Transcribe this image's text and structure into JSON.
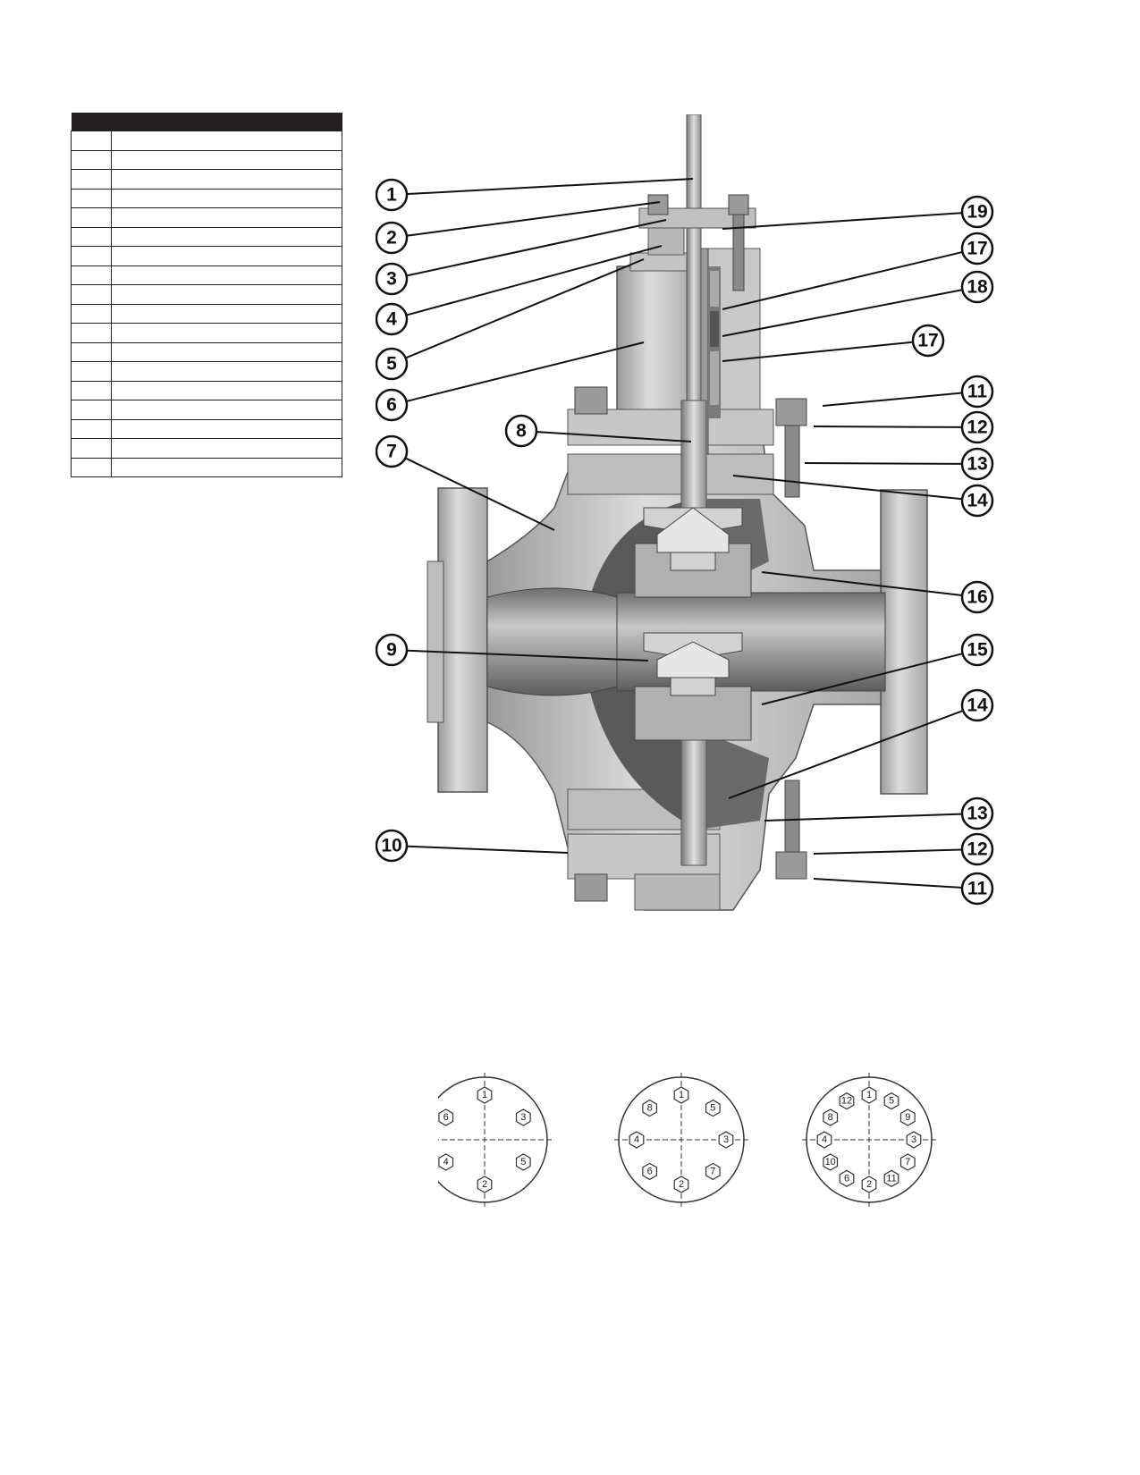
{
  "parts_table": {
    "headers": [
      "",
      ""
    ],
    "rows": [
      [
        "",
        ""
      ],
      [
        "",
        ""
      ],
      [
        "",
        ""
      ],
      [
        "",
        ""
      ],
      [
        "",
        ""
      ],
      [
        "",
        ""
      ],
      [
        "",
        ""
      ],
      [
        "",
        ""
      ],
      [
        "",
        ""
      ],
      [
        "",
        ""
      ],
      [
        "",
        ""
      ],
      [
        "",
        ""
      ],
      [
        "",
        ""
      ],
      [
        "",
        ""
      ],
      [
        "",
        ""
      ],
      [
        "",
        ""
      ],
      [
        "",
        ""
      ],
      [
        "",
        ""
      ]
    ]
  },
  "callouts": {
    "left": [
      "1",
      "2",
      "3",
      "4",
      "5",
      "6",
      "7",
      "8",
      "9",
      "10"
    ],
    "right": [
      "19",
      "17",
      "18",
      "17",
      "11",
      "12",
      "13",
      "14",
      "16",
      "15",
      "14",
      "13",
      "12",
      "11"
    ]
  },
  "bolt_patterns": [
    {
      "bolts": [
        "1",
        "3",
        "5",
        "2",
        "4",
        "6"
      ]
    },
    {
      "bolts": [
        "1",
        "5",
        "3",
        "7",
        "2",
        "6",
        "4",
        "8"
      ]
    },
    {
      "bolts": [
        "1",
        "5",
        "9",
        "3",
        "7",
        "11",
        "2",
        "6",
        "10",
        "4",
        "8",
        "12"
      ]
    }
  ],
  "colors": {
    "ink": "#231f20",
    "metal_light": "#d8d8d8",
    "metal_mid": "#b5b5b5",
    "metal_dark": "#8a8a8a",
    "cavity": "#5a5a5a"
  }
}
